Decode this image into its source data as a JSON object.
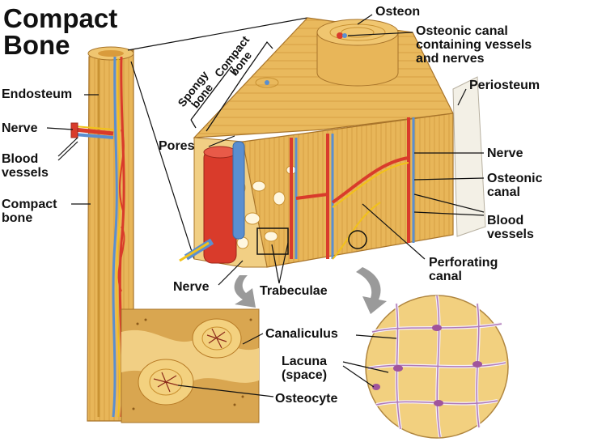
{
  "title": "Compact\nBone",
  "labels": {
    "endosteum": "Endosteum",
    "nerve_left": "Nerve",
    "blood_vessels_left": "Blood\nvessels",
    "compact_bone": "Compact\nbone",
    "osteon": "Osteon",
    "osteonic_canal_vessels": "Osteonic canal\ncontaining vessels\nand nerves",
    "periosteum": "Periosteum",
    "spongy_bone": "Spongy\nbone",
    "compact_bone_bracket": "Compact\nbone",
    "pores": "Pores",
    "nerve_right": "Nerve",
    "osteonic_canal": "Osteonic\ncanal",
    "blood_vessels_right": "Blood\nvessels",
    "perforating_canal": "Perforating\ncanal",
    "nerve_bottom": "Nerve",
    "trabeculae": "Trabeculae",
    "canaliculus": "Canaliculus",
    "lacuna": "Lacuna\n(space)",
    "osteocyte": "Osteocyte"
  },
  "colors": {
    "bone": "#e8b659",
    "bone_dark": "#c98f2e",
    "bone_light": "#f3d17f",
    "artery": "#d93b2b",
    "vein": "#5a8fd0",
    "nerve": "#f2c21a",
    "periosteum": "#f3f0e6",
    "lacuna": "#b07ab8"
  }
}
